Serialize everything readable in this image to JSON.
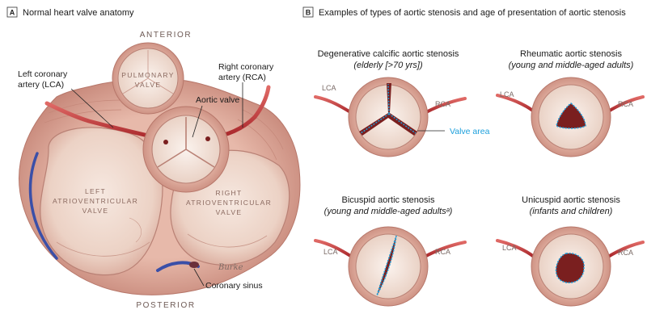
{
  "panel_a": {
    "letter": "A",
    "title": "Normal heart valve anatomy",
    "anterior": "ANTERIOR",
    "posterior": "POSTERIOR",
    "pulmonary_valve": [
      "PULMONARY",
      "VALVE"
    ],
    "left_av_valve": [
      "LEFT",
      "ATRIOVENTRICULAR",
      "VALVE"
    ],
    "right_av_valve": [
      "RIGHT",
      "ATRIOVENTRICULAR",
      "VALVE"
    ],
    "lca_label": [
      "Left coronary",
      "artery (LCA)"
    ],
    "rca_label": [
      "Right coronary",
      "artery (RCA)"
    ],
    "aortic_valve": "Aortic valve",
    "coronary_sinus": "Coronary sinus",
    "signature": "Burke"
  },
  "panel_b": {
    "letter": "B",
    "title": "Examples of types of aortic stenosis and age of presentation of aortic stenosis",
    "valve_area": "Valve area",
    "lca": "LCA",
    "rca": "RCA",
    "examples": [
      {
        "name": "Degenerative calcific aortic stenosis",
        "age": "(elderly [>70 yrs])"
      },
      {
        "name": "Rheumatic aortic stenosis",
        "age": "(young and middle-aged adults)"
      },
      {
        "name": "Bicuspid aortic stenosis",
        "age": "(young and middle-aged adultsᵃ)"
      },
      {
        "name": "Unicuspid aortic stenosis",
        "age": "(infants and children)"
      }
    ]
  },
  "colors": {
    "tissue": "#e9c9bb",
    "tissue_dark": "#c98f82",
    "vessel": "#c23a3c",
    "valve_area_outline": "#1ea0dc",
    "orifice": "#7a1f1f"
  }
}
